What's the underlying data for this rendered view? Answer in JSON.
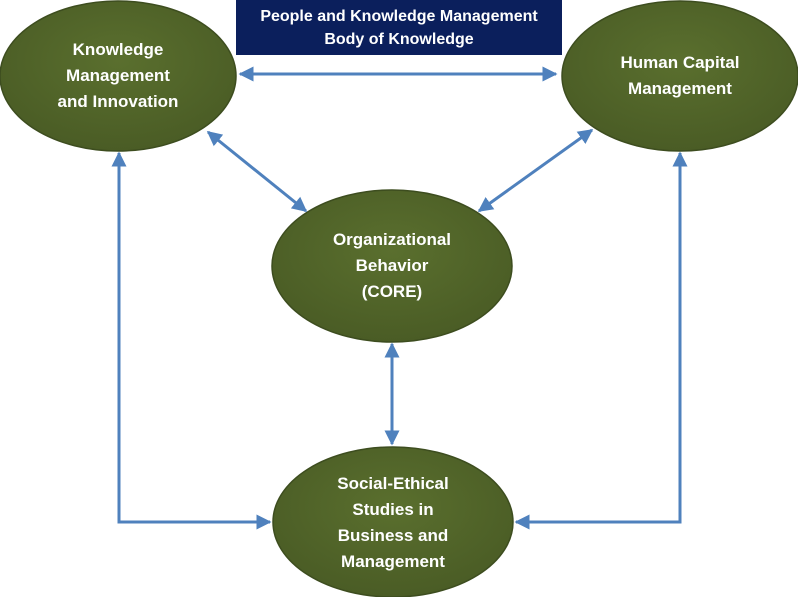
{
  "header": {
    "line1": "People and Knowledge Management",
    "line2": "Body of Knowledge"
  },
  "nodes": {
    "knowledge": {
      "lines": [
        "Knowledge",
        "Management",
        "and Innovation"
      ]
    },
    "human_capital": {
      "lines": [
        "Human Capital",
        "Management"
      ]
    },
    "org_behavior": {
      "lines": [
        "Organizational",
        "Behavior",
        "(CORE)"
      ]
    },
    "social_ethical": {
      "lines": [
        "Social-Ethical",
        "Studies in",
        "Business and",
        "Management"
      ]
    }
  },
  "colors": {
    "node_fill": "#4f6228",
    "node_stroke": "#3d4d1f",
    "title_fill": "#0b1f5c",
    "arrow": "#4f81bd"
  }
}
